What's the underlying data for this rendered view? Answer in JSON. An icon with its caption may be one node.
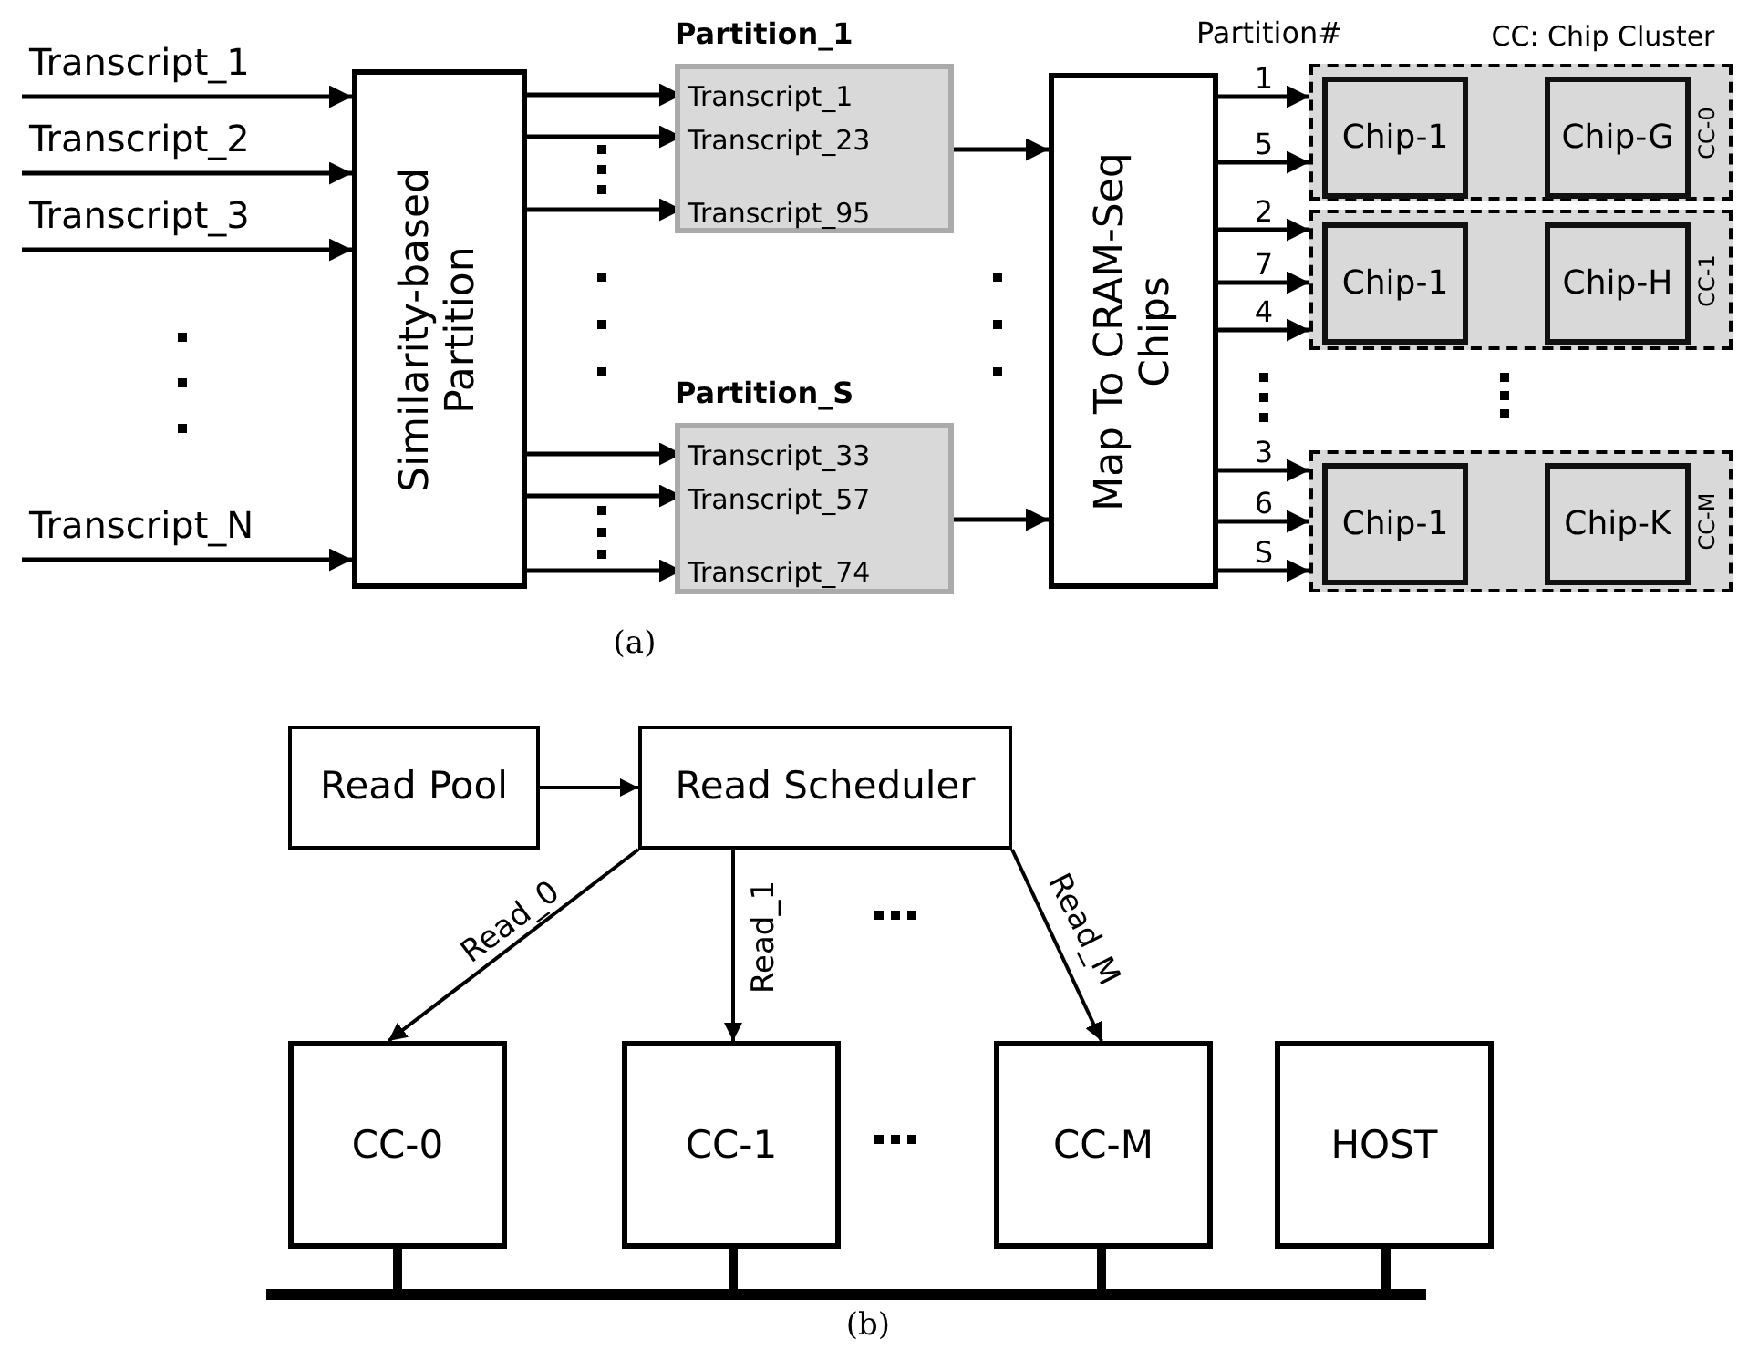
{
  "diagram": {
    "nodes": [
      {
        "text": [
          "Transcript_1"
        ]
      },
      {
        "text": [
          "Transcript_2"
        ]
      },
      {
        "text": [
          "Transcript_3"
        ]
      },
      {
        "text": [
          "Transcript_N"
        ]
      },
      {
        "text": [
          "Similarity-based Partition"
        ]
      },
      {
        "text": [
          "Partition_1"
        ]
      },
      {
        "text": [
          "Transcript_1"
        ],
        "in": 5
      },
      {
        "text": [
          "Transcript_23"
        ],
        "in": 5
      },
      {
        "text": [
          "Transcript_95"
        ],
        "in": 5
      },
      {
        "text": [
          "Partition_S"
        ]
      },
      {
        "text": [
          "Transcript_33"
        ],
        "in": 9
      },
      {
        "text": [
          "Transcript_57"
        ],
        "in": 9
      },
      {
        "text": [
          "Transcript_74"
        ],
        "in": 9
      },
      {
        "text": [
          "Map To CRAM-Seq Chips"
        ]
      },
      {
        "text": [
          "CC-0"
        ]
      },
      {
        "text": [
          "Chip-1"
        ],
        "in": 14
      },
      {
        "text": [
          "Chip-G"
        ],
        "in": 14
      },
      {
        "text": [
          "CC-1"
        ]
      },
      {
        "text": [
          "Chip-1"
        ],
        "in": 17
      },
      {
        "text": [
          "Chip-H"
        ],
        "in": 17
      },
      {
        "text": [
          "CC-M"
        ]
      },
      {
        "text": [
          "Chip-1"
        ],
        "in": 20
      },
      {
        "text": [
          "Chip-K"
        ],
        "in": 20
      },
      {
        "text": [
          "Read Pool"
        ]
      },
      {
        "text": [
          "Read Scheduler"
        ]
      },
      {
        "text": [
          "CC-0"
        ]
      },
      {
        "text": [
          "CC-1"
        ]
      },
      {
        "text": [
          "CC-M"
        ]
      },
      {
        "text": [
          "HOST"
        ]
      },
      {
        "text": [],
        "shape": "bar"
      }
    ],
    "edges": [
      {
        "from": 0,
        "to": 4,
        "arrow": "to"
      },
      {
        "from": 1,
        "to": 4,
        "arrow": "to"
      },
      {
        "from": 2,
        "to": 4,
        "arrow": "to"
      },
      {
        "from": 3,
        "to": 4,
        "arrow": "to"
      },
      {
        "from": 4,
        "to": 6,
        "arrow": "to"
      },
      {
        "from": 4,
        "to": 7,
        "arrow": "to"
      },
      {
        "from": 4,
        "to": 8,
        "arrow": "to"
      },
      {
        "from": 4,
        "to": 10,
        "arrow": "to"
      },
      {
        "from": 4,
        "to": 11,
        "arrow": "to"
      },
      {
        "from": 4,
        "to": 12,
        "arrow": "to"
      },
      {
        "from": 5,
        "to": 13,
        "arrow": "to"
      },
      {
        "from": 9,
        "to": 13,
        "arrow": "to"
      },
      {
        "from": 13,
        "to": 14,
        "arrow": "to",
        "label": "1"
      },
      {
        "from": 13,
        "to": 14,
        "arrow": "to",
        "label": "5"
      },
      {
        "from": 13,
        "to": 17,
        "arrow": "to",
        "label": "2"
      },
      {
        "from": 13,
        "to": 17,
        "arrow": "to",
        "label": "7"
      },
      {
        "from": 13,
        "to": 17,
        "arrow": "to",
        "label": "4"
      },
      {
        "from": 13,
        "to": 20,
        "arrow": "to",
        "label": "3"
      },
      {
        "from": 13,
        "to": 20,
        "arrow": "to",
        "label": "6"
      },
      {
        "from": 13,
        "to": 20,
        "arrow": "to",
        "label": "S"
      },
      {
        "from": 23,
        "to": 24,
        "arrow": "to"
      },
      {
        "from": 24,
        "to": 25,
        "arrow": "to",
        "label": "Read_0"
      },
      {
        "from": 24,
        "to": 26,
        "arrow": "to",
        "label": "Read_1"
      },
      {
        "from": 24,
        "to": 27,
        "arrow": "to",
        "label": "Read_M"
      },
      {
        "from": 25,
        "to": 29,
        "arrow": "none",
        "style": "thick"
      },
      {
        "from": 26,
        "to": 29,
        "arrow": "none",
        "style": "thick"
      },
      {
        "from": 27,
        "to": 29,
        "arrow": "none",
        "style": "thick"
      },
      {
        "from": 28,
        "to": 29,
        "arrow": "none",
        "style": "thick"
      }
    ],
    "labels": [
      "Partition#",
      "CC: Chip Cluster",
      "(a)",
      "(b)"
    ]
  }
}
